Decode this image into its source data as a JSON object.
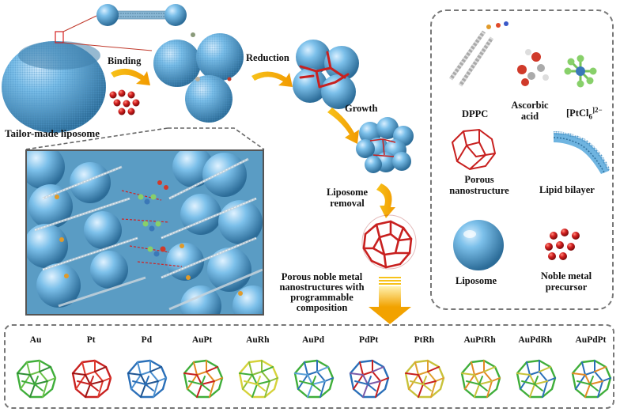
{
  "steps": {
    "liposome": "Tailor-made liposome",
    "binding": "Binding",
    "reduction": "Reduction",
    "growth": "Growth",
    "removal_line1": "Liposome",
    "removal_line2": "removal",
    "product_line1": "Porous noble metal",
    "product_line2": "nanostructures with",
    "product_line3": "programmable",
    "product_line4": "composition"
  },
  "legend": {
    "dppc": "DPPC",
    "ascorbic_line1": "Ascorbic",
    "ascorbic_line2": "acid",
    "ptcl6": "[PtCl",
    "ptcl6_sub": "6",
    "ptcl6_sup": "]2−",
    "porous_line1": "Porous",
    "porous_line2": "nanostructure",
    "bilayer": "Lipid bilayer",
    "liposome": "Liposome",
    "precursor_line1": "Noble metal",
    "precursor_line2": "precursor"
  },
  "compositions": [
    {
      "label": "Au",
      "colors": [
        "#3fae3a",
        "#6cc24a",
        "#2f8f35"
      ]
    },
    {
      "label": "Pt",
      "colors": [
        "#c8201f",
        "#e03a2e",
        "#9a1515"
      ]
    },
    {
      "label": "Pd",
      "colors": [
        "#2a6fb8",
        "#4a8fd0",
        "#1f5592"
      ]
    },
    {
      "label": "AuPt",
      "colors": [
        "#3fae3a",
        "#e38a24",
        "#c8201f"
      ]
    },
    {
      "label": "AuRh",
      "colors": [
        "#d6d23a",
        "#8dbf3a",
        "#3fae3a"
      ]
    },
    {
      "label": "AuPd",
      "colors": [
        "#3fae3a",
        "#2a6fb8",
        "#5aa0d8"
      ]
    },
    {
      "label": "PdPt",
      "colors": [
        "#2a6fb8",
        "#c8201f",
        "#7a5aa8"
      ]
    },
    {
      "label": "PtRh",
      "colors": [
        "#c8c23a",
        "#e0a02e",
        "#c8201f"
      ]
    },
    {
      "label": "AuPtRh",
      "colors": [
        "#3fae3a",
        "#e38a24",
        "#c8c23a"
      ]
    },
    {
      "label": "AuPdRh",
      "colors": [
        "#3fae3a",
        "#2a6fb8",
        "#c8c23a"
      ]
    },
    {
      "label": "AuPdPt",
      "colors": [
        "#3fae3a",
        "#2a6fb8",
        "#e38a24"
      ]
    }
  ],
  "colors": {
    "lipid_blue": "#6fb4e0",
    "lipid_dark": "#2f6f9c",
    "metal_red": "#c8201f",
    "arrow_orange": "#f2a200",
    "arrow_yellow": "#f7c21a"
  }
}
